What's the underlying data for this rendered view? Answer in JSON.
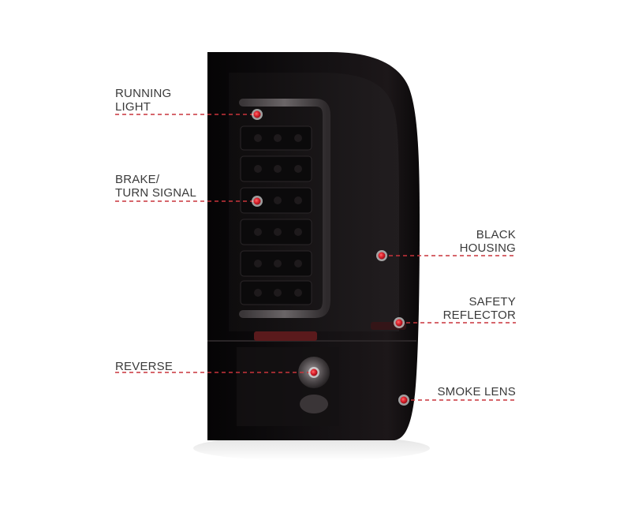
{
  "product": {
    "name": "tail light assembly",
    "housing_color": "#0d0b0c",
    "accent_color": "#d6202a"
  },
  "callouts": {
    "running_light": {
      "line1": "RUNNING",
      "line2": "LIGHT"
    },
    "brake_turn": {
      "line1": "BRAKE/",
      "line2": "TURN SIGNAL"
    },
    "reverse": {
      "line1": "REVERSE"
    },
    "black_housing": {
      "line1": "BLACK",
      "line2": "HOUSING"
    },
    "safety_reflector": {
      "line1": "SAFETY",
      "line2": "REFLECTOR"
    },
    "smoke_lens": {
      "line1": "SMOKE LENS"
    }
  },
  "icons": {
    "callout_marker": "red-dot-icon"
  }
}
